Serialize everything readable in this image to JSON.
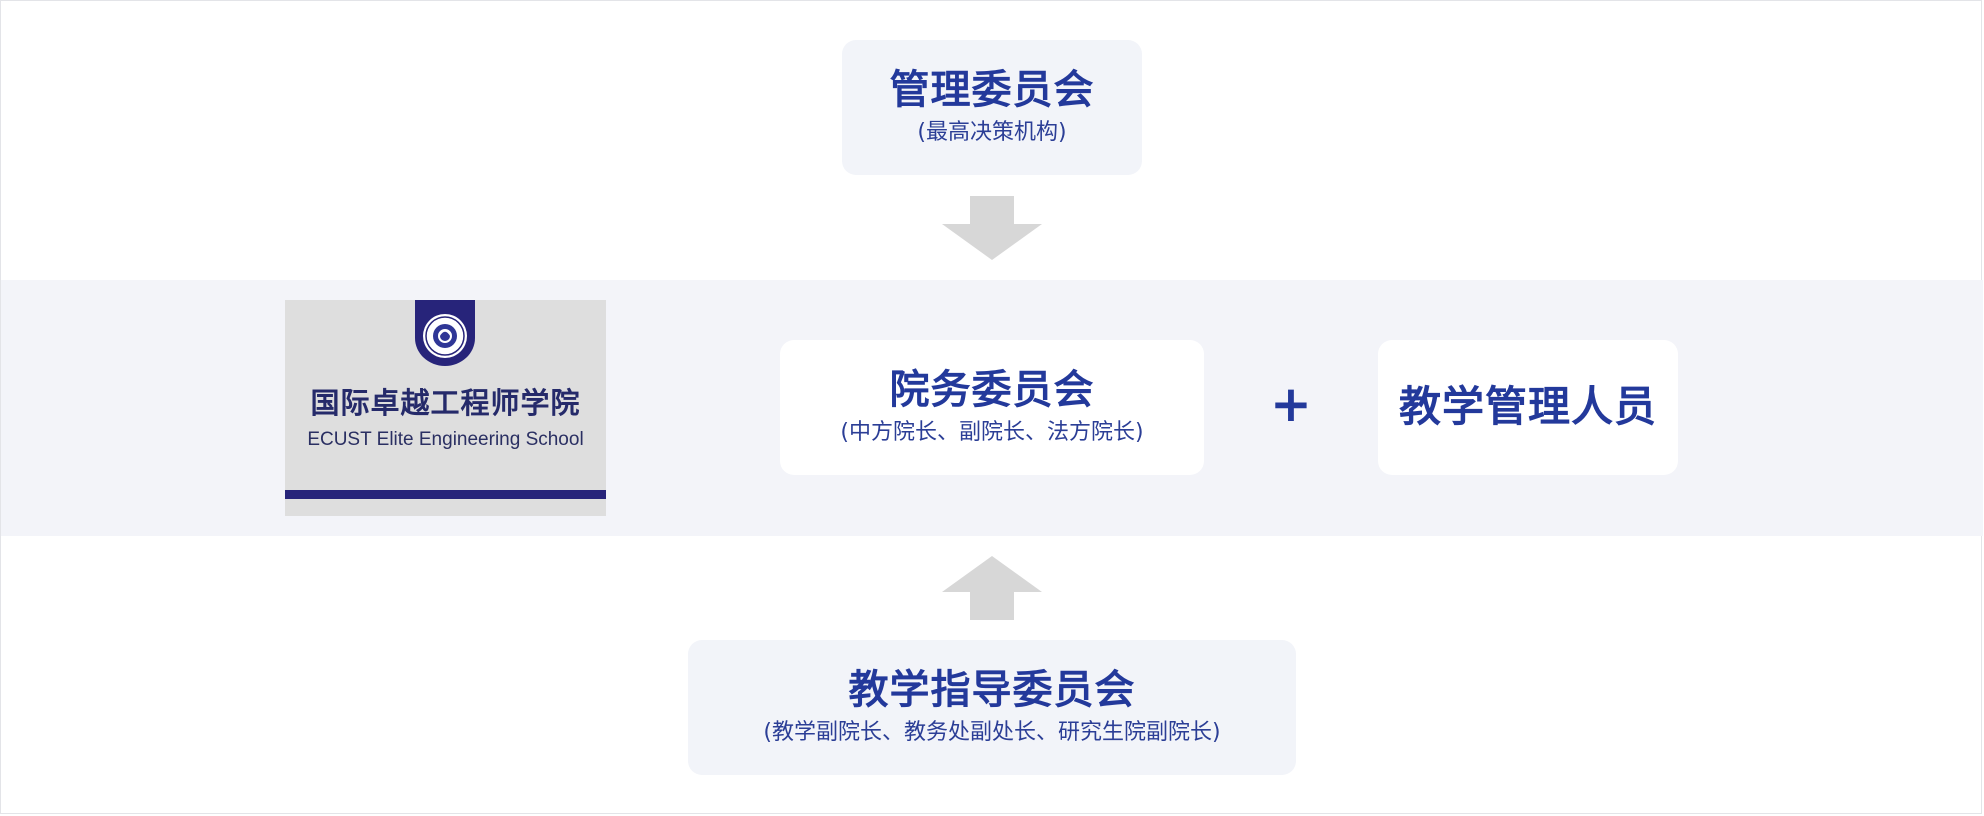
{
  "top_box": {
    "title": "管理委员会",
    "subtitle": "(最高决策机构)"
  },
  "logo": {
    "name_cn": "国际卓越工程师学院",
    "name_en": "ECUST Elite Engineering School"
  },
  "middle_box": {
    "title": "院务委员会",
    "subtitle": "(中方院长、副院长、法方院长)"
  },
  "plus_symbol": "+",
  "right_box": {
    "title": "教学管理人员"
  },
  "bottom_box": {
    "title": "教学指导委员会",
    "subtitle": "(教学副院长、教务处副处长、研究生院副院长)"
  },
  "colors": {
    "accent_text": "#23399b",
    "band_bg": "#f3f4f9",
    "arrow": "#d7d7d7",
    "logo_navy": "#27247a"
  }
}
